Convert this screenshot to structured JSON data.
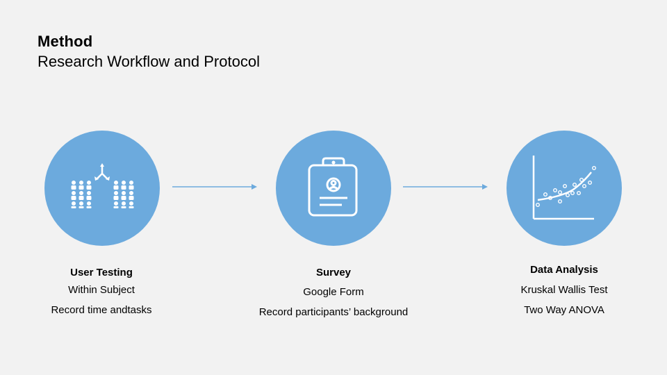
{
  "slide": {
    "title": "Method",
    "subtitle": "Research Workflow and Protocol"
  },
  "steps": [
    {
      "icon": "user-testing-icon",
      "heading": "User Testing",
      "lines": [
        "Within Subject",
        "Record time andtasks"
      ]
    },
    {
      "icon": "clipboard-survey-icon",
      "heading": "Survey",
      "lines": [
        "Google Form",
        "Record participants’ background"
      ]
    },
    {
      "icon": "scatter-plot-icon",
      "heading": "Data Analysis",
      "lines": [
        "Kruskal Wallis Test",
        "Two Way ANOVA"
      ]
    }
  ],
  "colors": {
    "circle": "#6caadd",
    "arrow": "#6caadd",
    "background": "#f2f2f2"
  }
}
